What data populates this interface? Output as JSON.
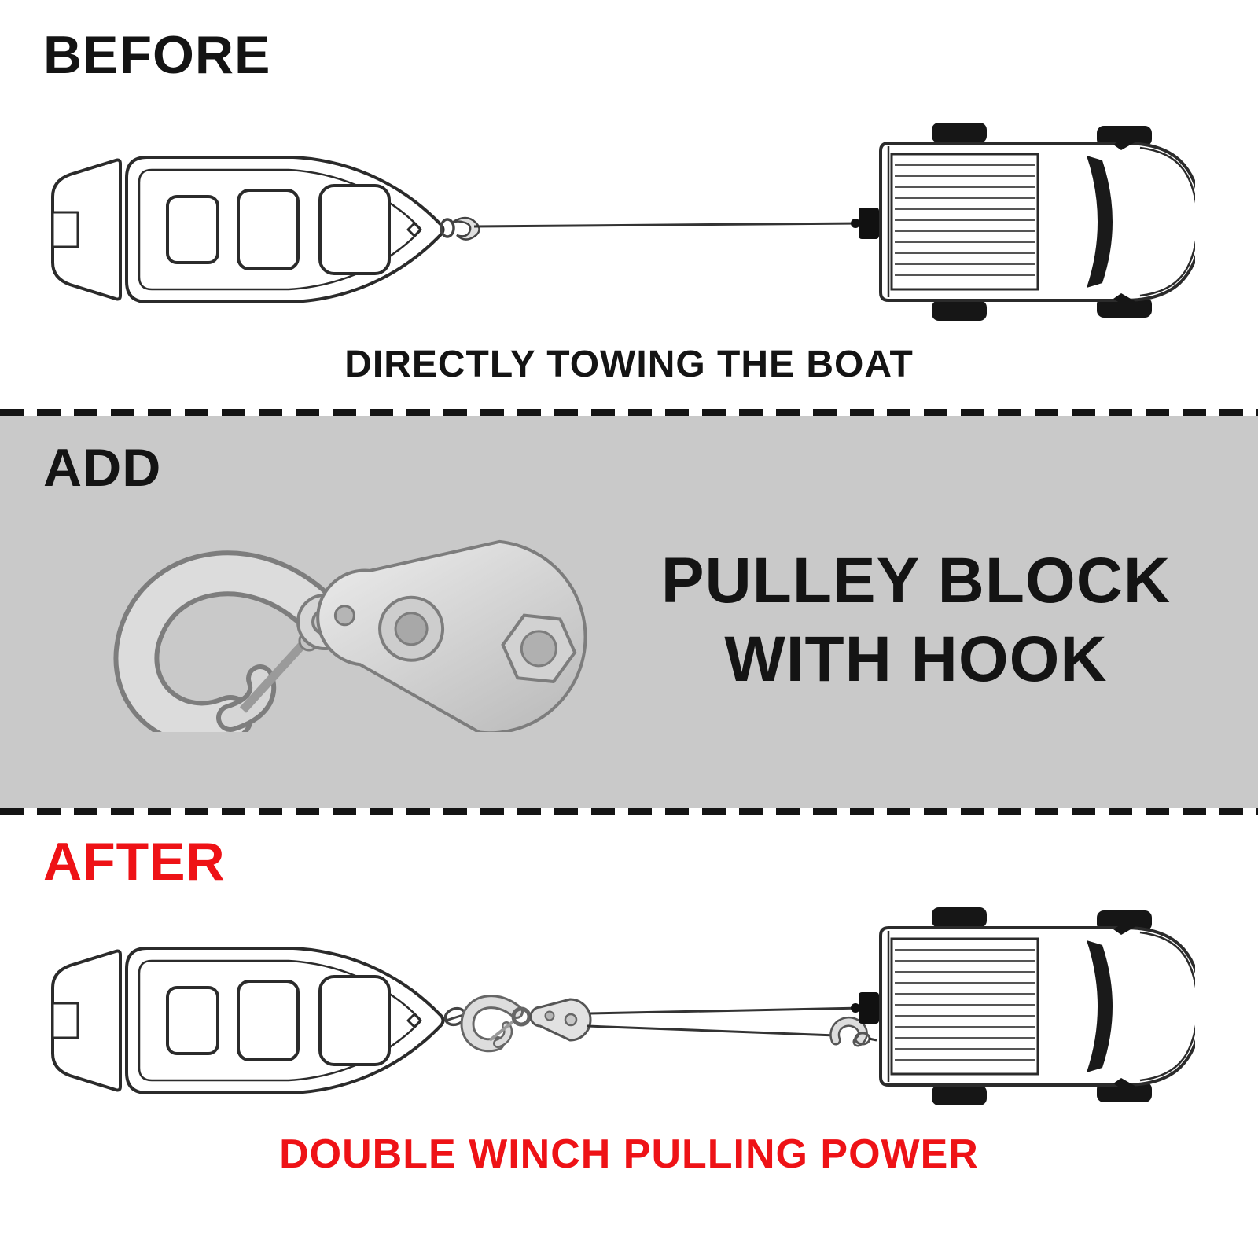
{
  "colors": {
    "accent_red": "#ee1216",
    "text_black": "#141414",
    "band_gray": "#c9c9c9"
  },
  "sections": {
    "before": {
      "title": "BEFORE",
      "caption": "DIRECTLY TOWING THE BOAT"
    },
    "add": {
      "title": "ADD",
      "product_label_line1": "PULLEY BLOCK",
      "product_label_line2": "WITH HOOK"
    },
    "after": {
      "title": "AFTER",
      "caption": "DOUBLE WINCH PULLING POWER"
    }
  },
  "icons": {
    "boat": "boat-top-view-icon",
    "truck": "pickup-truck-top-view-icon",
    "cable": "winch-cable-line",
    "pulley_photo": "pulley-block-with-hook-photo",
    "rigging": "doubled-cable-pulley-rigging"
  }
}
